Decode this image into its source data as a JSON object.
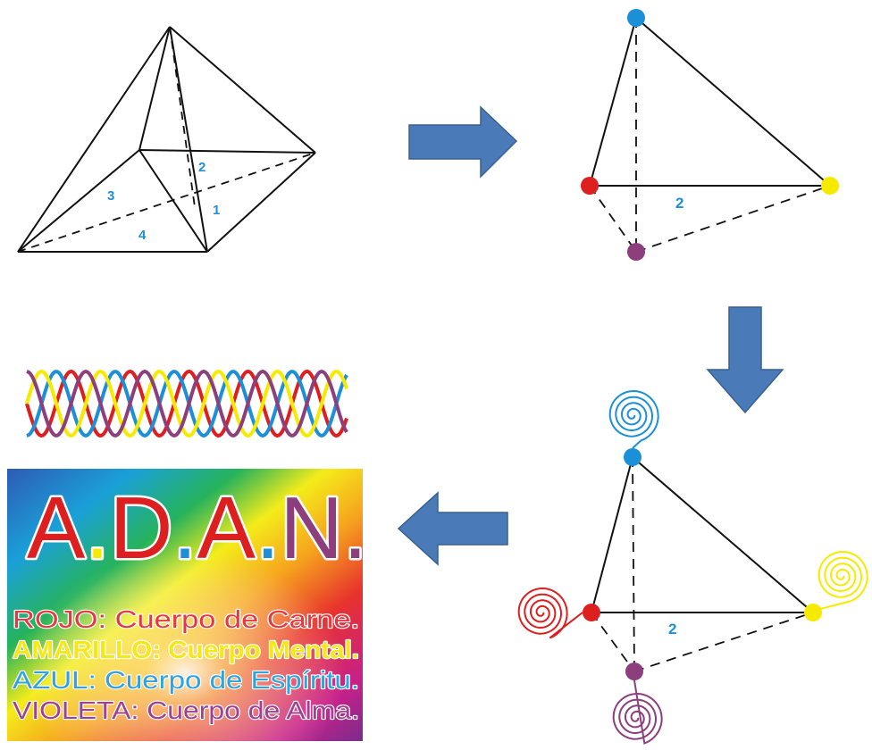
{
  "colors": {
    "edge": "#111111",
    "label": "#1f8fd6",
    "arrow_fill": "#4a7ab8",
    "arrow_stroke": "#37618f",
    "red": "#dd1f1f",
    "yellow": "#f6ea00",
    "blue": "#1b8fd8",
    "violet": "#8d3e7d"
  },
  "pyramid": {
    "face_labels": [
      "1",
      "2",
      "3",
      "4"
    ]
  },
  "tetrahedron": {
    "edge_label": "2",
    "vertex_colors": [
      "blue",
      "red",
      "yellow",
      "violet"
    ]
  },
  "tetrahedron_spirals": {
    "edge_label": "2",
    "spiral_icons": [
      "blue-spiral-icon",
      "red-spiral-icon",
      "yellow-spiral-icon",
      "violet-spiral-icon"
    ]
  },
  "arrows": [
    {
      "icon": "arrow-right-icon"
    },
    {
      "icon": "arrow-down-icon"
    },
    {
      "icon": "arrow-left-icon"
    }
  ],
  "poster": {
    "title_letters": [
      "A",
      ".",
      "D",
      ".",
      "A",
      ".",
      "N",
      "."
    ],
    "title_colors": [
      "red",
      "yellow",
      "red",
      "blue",
      "red",
      "blue",
      "violet",
      "violet"
    ],
    "lines": [
      {
        "text": "ROJO: Cuerpo de Carne.",
        "color": "#e8383f",
        "bold": false
      },
      {
        "text": "AMARILLO: Cuerpo Mental.",
        "color": "#f4e81c",
        "bold": true
      },
      {
        "text": "AZUL: Cuerpo de Espíritu.",
        "color": "#2da3e0",
        "bold": false
      },
      {
        "text": "VIOLETA: Cuerpo de Alma.",
        "color": "#a0408f",
        "bold": false
      }
    ],
    "wave_colors": [
      "#dd1f1f",
      "#1b8fd8",
      "#f6ea00",
      "#8d3e7d"
    ]
  }
}
